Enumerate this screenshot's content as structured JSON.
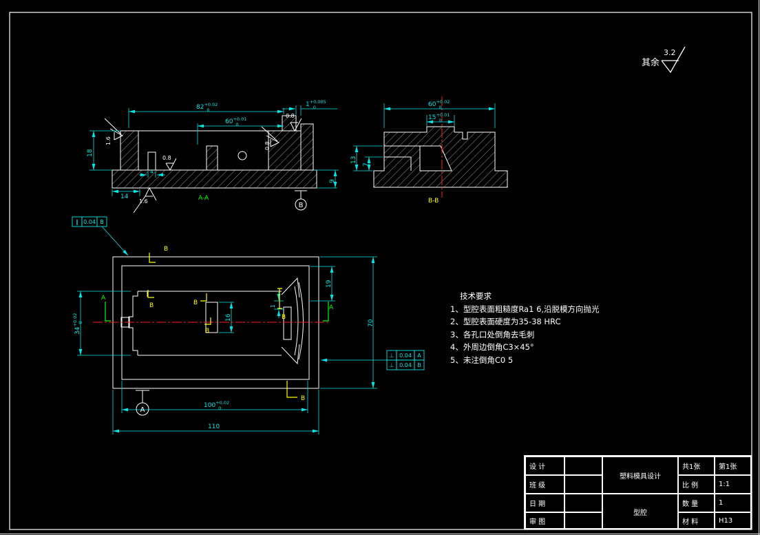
{
  "surface_note": {
    "prefix": "其余",
    "value": "3.2"
  },
  "tech_req": {
    "title": "技术要求",
    "items": [
      "1、型腔表面粗糙度Ra1 6,沿脱模方向抛光",
      "2、型腔表面硬度为35-38 HRC",
      "3、各孔口处倒角去毛刺",
      "4、外周边倒角C3×45°",
      "5、未注倒角C0 5"
    ]
  },
  "views": {
    "aa": {
      "label": "A-A",
      "datum": "B",
      "dim_82": {
        "v": "82",
        "up": "+0.02",
        "lo": "0"
      },
      "dim_60": {
        "v": "60",
        "up": "+0.01",
        "lo": "0"
      },
      "dim_1": {
        "v": "1",
        "up": "+0.005",
        "lo": "0"
      },
      "dim_18": "18",
      "dim_14": "14",
      "dim_4": "4",
      "dim_9": "9",
      "finish_left": "1.6",
      "finish_floor": "0.8",
      "finish_right": "0.8",
      "finish_top": "0.8",
      "finish_bottom": "1.6"
    },
    "bb": {
      "label": "B-B",
      "dim_60": {
        "v": "60",
        "up": "+0.02",
        "lo": "0"
      },
      "dim_15": {
        "v": "15",
        "up": "+0.01",
        "lo": "0"
      },
      "dim_13": "13",
      "dim_7": "7"
    },
    "plan": {
      "datum": "A",
      "mark_a": "A",
      "mark_b": "B",
      "dim_110": "110",
      "dim_100": {
        "v": "100",
        "up": "+0.02",
        "lo": "0"
      },
      "dim_70": "70",
      "dim_34": {
        "v": "34",
        "up": "+0.02",
        "lo": "0"
      },
      "dim_19": "19",
      "dim_16": "16",
      "dim_1": "1",
      "fcf_parallel": {
        "sym": "∥",
        "tol": "0.04",
        "datum": "B"
      },
      "fcf_perp_a": {
        "sym": "⊥",
        "tol": "0.04",
        "datum": "A"
      },
      "fcf_perp_b": {
        "sym": "⊥",
        "tol": "0.04",
        "datum": "B"
      }
    }
  },
  "title_block": {
    "rows_left": [
      {
        "label": "设 计"
      },
      {
        "label": "班 级"
      },
      {
        "label": "日 期"
      },
      {
        "label": "审 图"
      }
    ],
    "project": "塑料模具设计",
    "part": "型腔",
    "sheets_total": "共1张",
    "sheet_no": "第1张",
    "scale_label": "比 例",
    "scale_value": "1:1",
    "qty_label": "数 量",
    "qty_value": "1",
    "material_label": "材 料",
    "material_value": "H13"
  }
}
